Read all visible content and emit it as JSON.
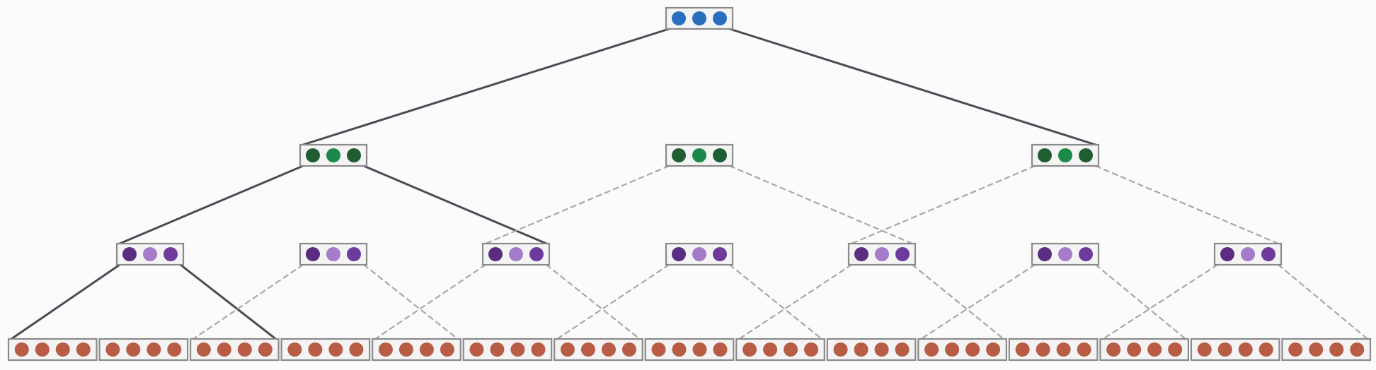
{
  "colors": {
    "background": "#fbfbfb",
    "node_border": "#8a8a8a",
    "node_fill": "#f4f4f4",
    "solid_edge": "#4a4c55",
    "dashed_edge": "#a8a8a8",
    "level0": [
      "#2a6fbf",
      "#2a6fbf",
      "#2a6fbf"
    ],
    "level1": [
      "#1f5e33",
      "#1a8a4a",
      "#1f5e33"
    ],
    "level2": [
      "#5a2d82",
      "#a57cc9",
      "#6e3a9b"
    ],
    "level3": "#b85c45"
  },
  "tree": {
    "levels": [
      {
        "level": 0,
        "node_count": 1,
        "circles_per_node": 3
      },
      {
        "level": 1,
        "node_count": 3,
        "circles_per_node": 3
      },
      {
        "level": 2,
        "node_count": 7,
        "circles_per_node": 3
      },
      {
        "level": 3,
        "node_count": 15,
        "circles_per_node": 4
      }
    ],
    "edges": [
      {
        "from": [
          0,
          0
        ],
        "to": [
          1,
          0
        ],
        "style": "solid"
      },
      {
        "from": [
          0,
          0
        ],
        "to": [
          1,
          2
        ],
        "style": "solid"
      },
      {
        "from": [
          1,
          0
        ],
        "to": [
          2,
          0
        ],
        "style": "solid"
      },
      {
        "from": [
          1,
          0
        ],
        "to": [
          2,
          2
        ],
        "style": "solid"
      },
      {
        "from": [
          1,
          1
        ],
        "to": [
          2,
          2
        ],
        "style": "dashed"
      },
      {
        "from": [
          1,
          1
        ],
        "to": [
          2,
          4
        ],
        "style": "dashed"
      },
      {
        "from": [
          1,
          2
        ],
        "to": [
          2,
          4
        ],
        "style": "dashed"
      },
      {
        "from": [
          1,
          2
        ],
        "to": [
          2,
          6
        ],
        "style": "dashed"
      },
      {
        "from": [
          2,
          0
        ],
        "to": [
          3,
          0
        ],
        "style": "solid"
      },
      {
        "from": [
          2,
          0
        ],
        "to": [
          3,
          2
        ],
        "style": "solid"
      },
      {
        "from": [
          2,
          1
        ],
        "to": [
          3,
          2
        ],
        "style": "dashed"
      },
      {
        "from": [
          2,
          1
        ],
        "to": [
          3,
          4
        ],
        "style": "dashed"
      },
      {
        "from": [
          2,
          2
        ],
        "to": [
          3,
          4
        ],
        "style": "dashed"
      },
      {
        "from": [
          2,
          2
        ],
        "to": [
          3,
          6
        ],
        "style": "dashed"
      },
      {
        "from": [
          2,
          3
        ],
        "to": [
          3,
          6
        ],
        "style": "dashed"
      },
      {
        "from": [
          2,
          3
        ],
        "to": [
          3,
          8
        ],
        "style": "dashed"
      },
      {
        "from": [
          2,
          4
        ],
        "to": [
          3,
          8
        ],
        "style": "dashed"
      },
      {
        "from": [
          2,
          4
        ],
        "to": [
          3,
          10
        ],
        "style": "dashed"
      },
      {
        "from": [
          2,
          5
        ],
        "to": [
          3,
          10
        ],
        "style": "dashed"
      },
      {
        "from": [
          2,
          5
        ],
        "to": [
          3,
          12
        ],
        "style": "dashed"
      },
      {
        "from": [
          2,
          6
        ],
        "to": [
          3,
          12
        ],
        "style": "dashed"
      },
      {
        "from": [
          2,
          6
        ],
        "to": [
          3,
          14
        ],
        "style": "dashed"
      }
    ]
  }
}
